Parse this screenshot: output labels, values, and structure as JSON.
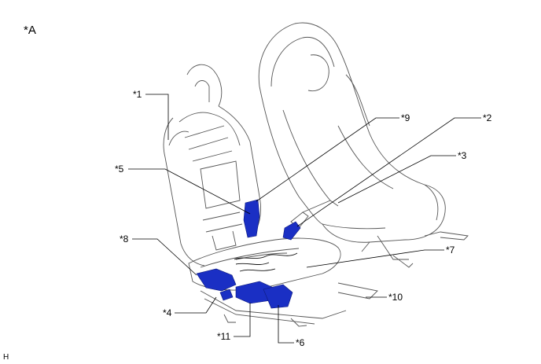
{
  "view_label": "*A",
  "corner_code": "H",
  "callouts": [
    {
      "id": "c1",
      "text": "*1"
    },
    {
      "id": "c2",
      "text": "*2"
    },
    {
      "id": "c3",
      "text": "*3"
    },
    {
      "id": "c4",
      "text": "*4"
    },
    {
      "id": "c5",
      "text": "*5"
    },
    {
      "id": "c6",
      "text": "*6"
    },
    {
      "id": "c7",
      "text": "*7"
    },
    {
      "id": "c8",
      "text": "*8"
    },
    {
      "id": "c9",
      "text": "*9"
    },
    {
      "id": "c10",
      "text": "*10"
    },
    {
      "id": "c11",
      "text": "*11"
    }
  ],
  "colors": {
    "highlight": "#1a2fc4",
    "outline": "#555555",
    "leader": "#000000"
  }
}
